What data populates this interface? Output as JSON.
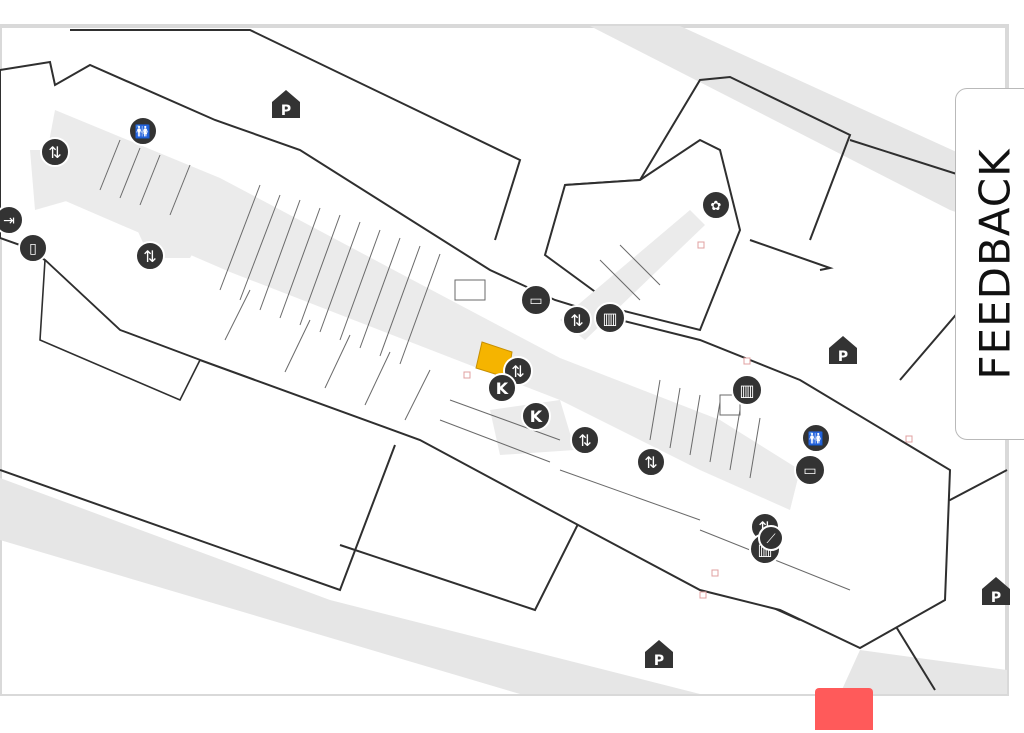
{
  "colors": {
    "background": "#ffffff",
    "building_line": "#2f2f2f",
    "walkway": "#ebebeb",
    "road": "#e6e6e6",
    "highlight_store": "#f5b400",
    "icon_bg": "#333333",
    "feedback_tab_accent": "#ff5a5a"
  },
  "feedback_tab": {
    "label": "FEEDBACK"
  },
  "map": {
    "selected_store": "highlighted-store",
    "icons": {
      "parking": {
        "glyph": "P",
        "name": "parking-icon"
      },
      "escalator": {
        "glyph": "⇅",
        "name": "escalator-icon"
      },
      "restroom": {
        "glyph": "🚻",
        "name": "restroom-icon"
      },
      "elevator": {
        "glyph": "▥",
        "name": "elevator-icon"
      },
      "kiosk": {
        "glyph": "K",
        "name": "kiosk-icon"
      },
      "exit": {
        "glyph": "⇥",
        "name": "exit-icon"
      },
      "phone": {
        "glyph": "▯",
        "name": "phone-icon"
      },
      "atm": {
        "glyph": "▭",
        "name": "atm-icon"
      },
      "family": {
        "glyph": "✿",
        "name": "family-room-icon"
      },
      "stairs": {
        "glyph": "⟋",
        "name": "stairs-icon"
      }
    }
  }
}
